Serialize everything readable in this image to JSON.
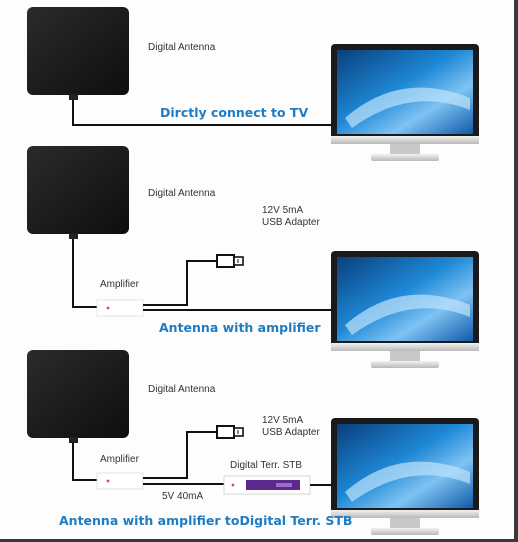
{
  "sections": [
    {
      "antenna_label": "Digital Antenna",
      "caption": "Dirctly connect to TV"
    },
    {
      "antenna_label": "Digital Antenna",
      "adapter_label": [
        "12V 5mA",
        "USB Adapter"
      ],
      "amplifier_label": "Amplifier",
      "caption": "Antenna with amplifier"
    },
    {
      "antenna_label": "Digital Antenna",
      "adapter_label": [
        "12V 5mA",
        "USB Adapter"
      ],
      "amplifier_label": "Amplifier",
      "stb_label": "Digital Terr. STB",
      "power_label": "5V 40mA",
      "caption": "Antenna with amplifier toDigital Terr. STB"
    }
  ],
  "colors": {
    "caption": "#1f7cc2",
    "antenna": "#1c1c1c",
    "cable": "#111111",
    "screen": "#1e88d6",
    "stb_accent": "#5b2a8c"
  }
}
